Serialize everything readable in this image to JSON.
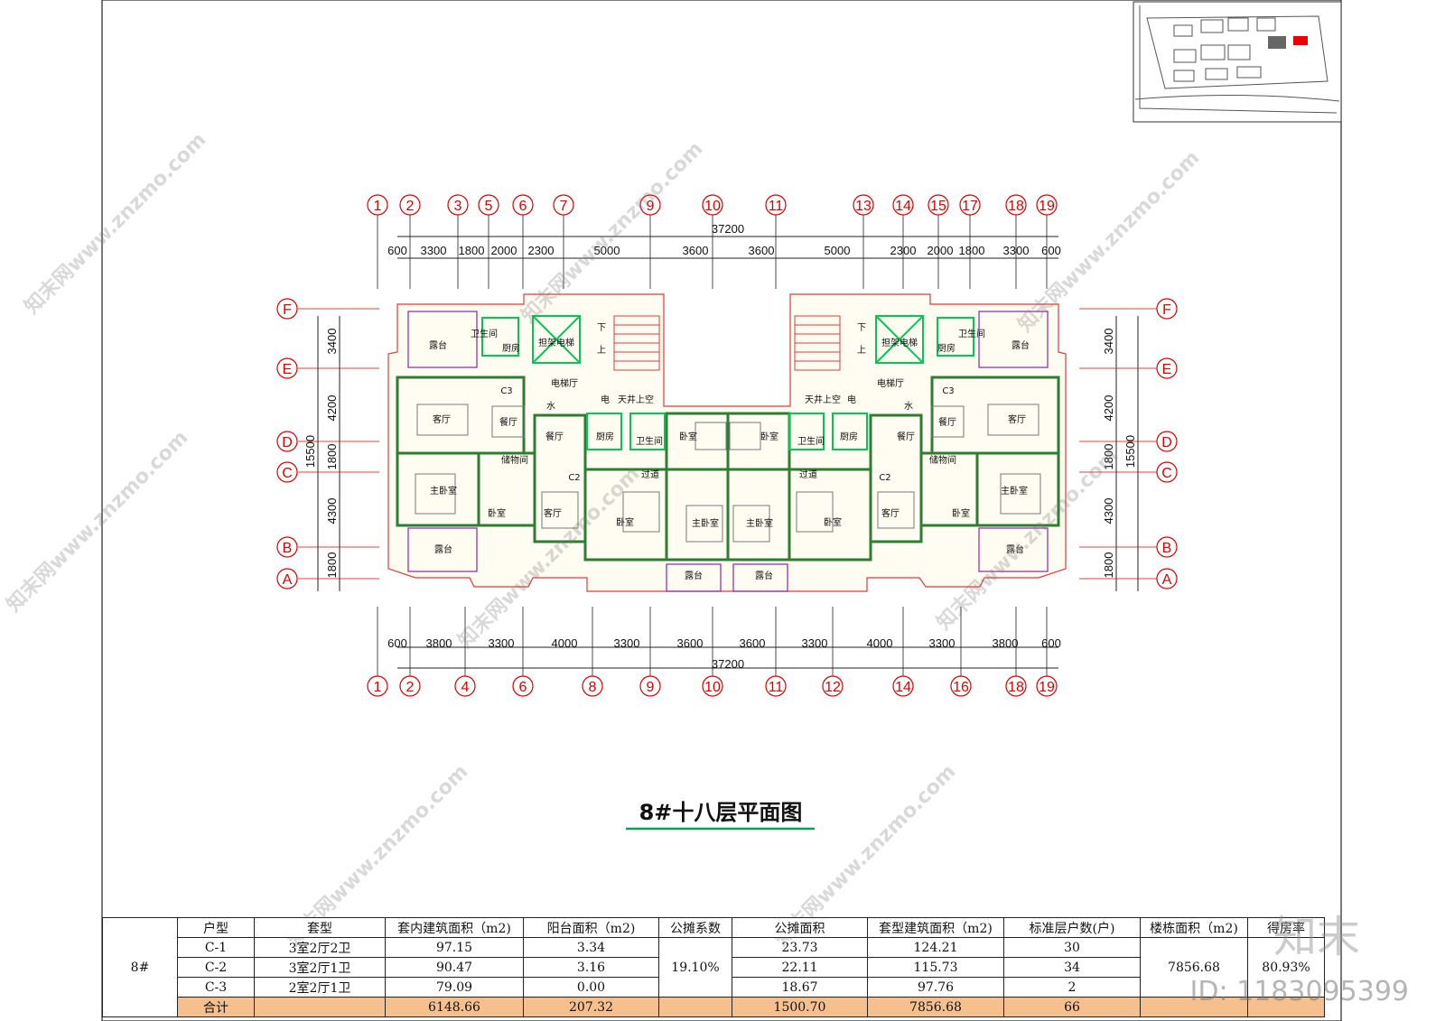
{
  "drawing": {
    "title": "8#十八层平面图",
    "overall_width": "37200",
    "top_dims": [
      "600",
      "3300",
      "1800",
      "2000",
      "2300",
      "5000",
      "3600",
      "3600",
      "5000",
      "2300",
      "2000",
      "1800",
      "3300",
      "600"
    ],
    "bottom_dims": [
      "600",
      "3800",
      "3300",
      "4000",
      "3300",
      "3600",
      "3600",
      "3300",
      "4000",
      "3300",
      "3800",
      "600"
    ],
    "top_axes": [
      "1",
      "2",
      "3",
      "5",
      "6",
      "7",
      "9",
      "10",
      "11",
      "13",
      "14",
      "15",
      "17",
      "18",
      "19"
    ],
    "bottom_axes": [
      "1",
      "2",
      "4",
      "6",
      "8",
      "9",
      "10",
      "11",
      "12",
      "14",
      "16",
      "18",
      "19"
    ],
    "row_axes": [
      "F",
      "E",
      "D",
      "C",
      "B",
      "A"
    ],
    "side_dims": [
      "3400",
      "4200",
      "1800",
      "4300",
      "1800"
    ],
    "side_total": "15500",
    "rooms": {
      "balcony": "露台",
      "bath": "卫生间",
      "kitchen": "厨房",
      "stretcher_lift": "担架电梯",
      "lift_hall": "电梯厅",
      "living": "客厅",
      "dining": "餐厅",
      "water": "水",
      "elec": "电",
      "atrium": "天井上空",
      "storage": "储物间",
      "master": "主卧室",
      "bedroom": "卧室",
      "corridor": "过道",
      "down": "下",
      "up": "上",
      "c3": "C3",
      "c2": "C2"
    }
  },
  "table": {
    "building": "8#",
    "headers": [
      "户型",
      "套型",
      "套内建筑面积（m2)",
      "阳台面积（m2)",
      "公摊系数",
      "公摊面积",
      "套型建筑面积（m2)",
      "标准层户数(户)",
      "楼栋面积（m2)",
      "得房率"
    ],
    "rows": [
      {
        "type": "C-1",
        "layout": "3室2厅2卫",
        "inner": "97.15",
        "balcony": "3.34",
        "share": "23.73",
        "total": "124.21",
        "units": "30"
      },
      {
        "type": "C-2",
        "layout": "3室2厅1卫",
        "inner": "90.47",
        "balcony": "3.16",
        "share": "22.11",
        "total": "115.73",
        "units": "34"
      },
      {
        "type": "C-3",
        "layout": "2室2厅1卫",
        "inner": "79.09",
        "balcony": "0.00",
        "share": "18.67",
        "total": "97.76",
        "units": "2"
      }
    ],
    "coef": "19.10%",
    "building_area": "7856.68",
    "ratio": "80.93%",
    "sum": {
      "label": "合计",
      "inner": "6148.66",
      "balcony": "207.32",
      "share": "1500.70",
      "total": "7856.68",
      "units": "66"
    }
  },
  "watermark": {
    "text": "知末网www.znzmo.com",
    "brand": "知末",
    "id": "ID: 1183095399"
  },
  "colors": {
    "axis": "#dd0000",
    "wall": "#2e7d32",
    "lift": "#00c853",
    "accent": "#f6bf8e",
    "title_underline": "#00a651"
  }
}
